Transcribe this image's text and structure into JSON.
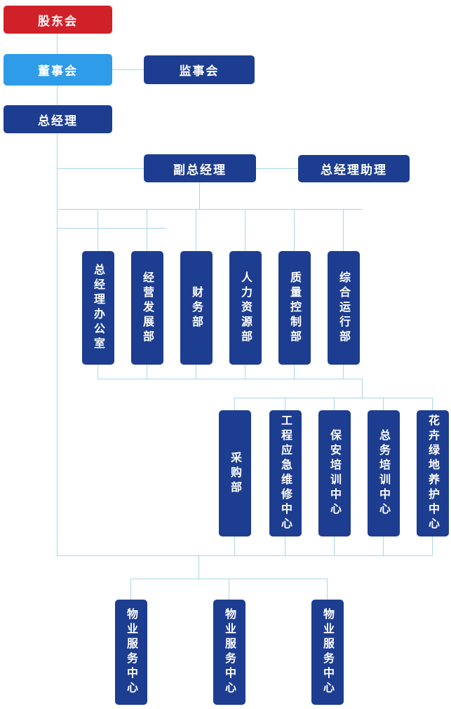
{
  "org_chart": {
    "level1": {
      "shareholders": "股东会"
    },
    "level2": {
      "board": "董事会",
      "supervisory": "监事会"
    },
    "level3": {
      "general_manager": "总经理"
    },
    "level4": {
      "deputy_general_manager": "副总经理",
      "gm_assistant": "总经理助理"
    },
    "departments": [
      "总经理办公室",
      "经营发展部",
      "财务部",
      "人力资源部",
      "质量控制部",
      "综合运行部"
    ],
    "centers": [
      "采购部",
      "工程应急维修中心",
      "保安培训中心",
      "总务培训中心",
      "花卉绿地养护中心"
    ],
    "service_centers": [
      "物业服务中心",
      "物业服务中心",
      "物业服务中心"
    ],
    "colors": {
      "shareholders_bg": "#d02129",
      "board_bg": "#2e9ce8",
      "node_bg": "#1d3d91",
      "connector": "#a9d7ea"
    }
  }
}
